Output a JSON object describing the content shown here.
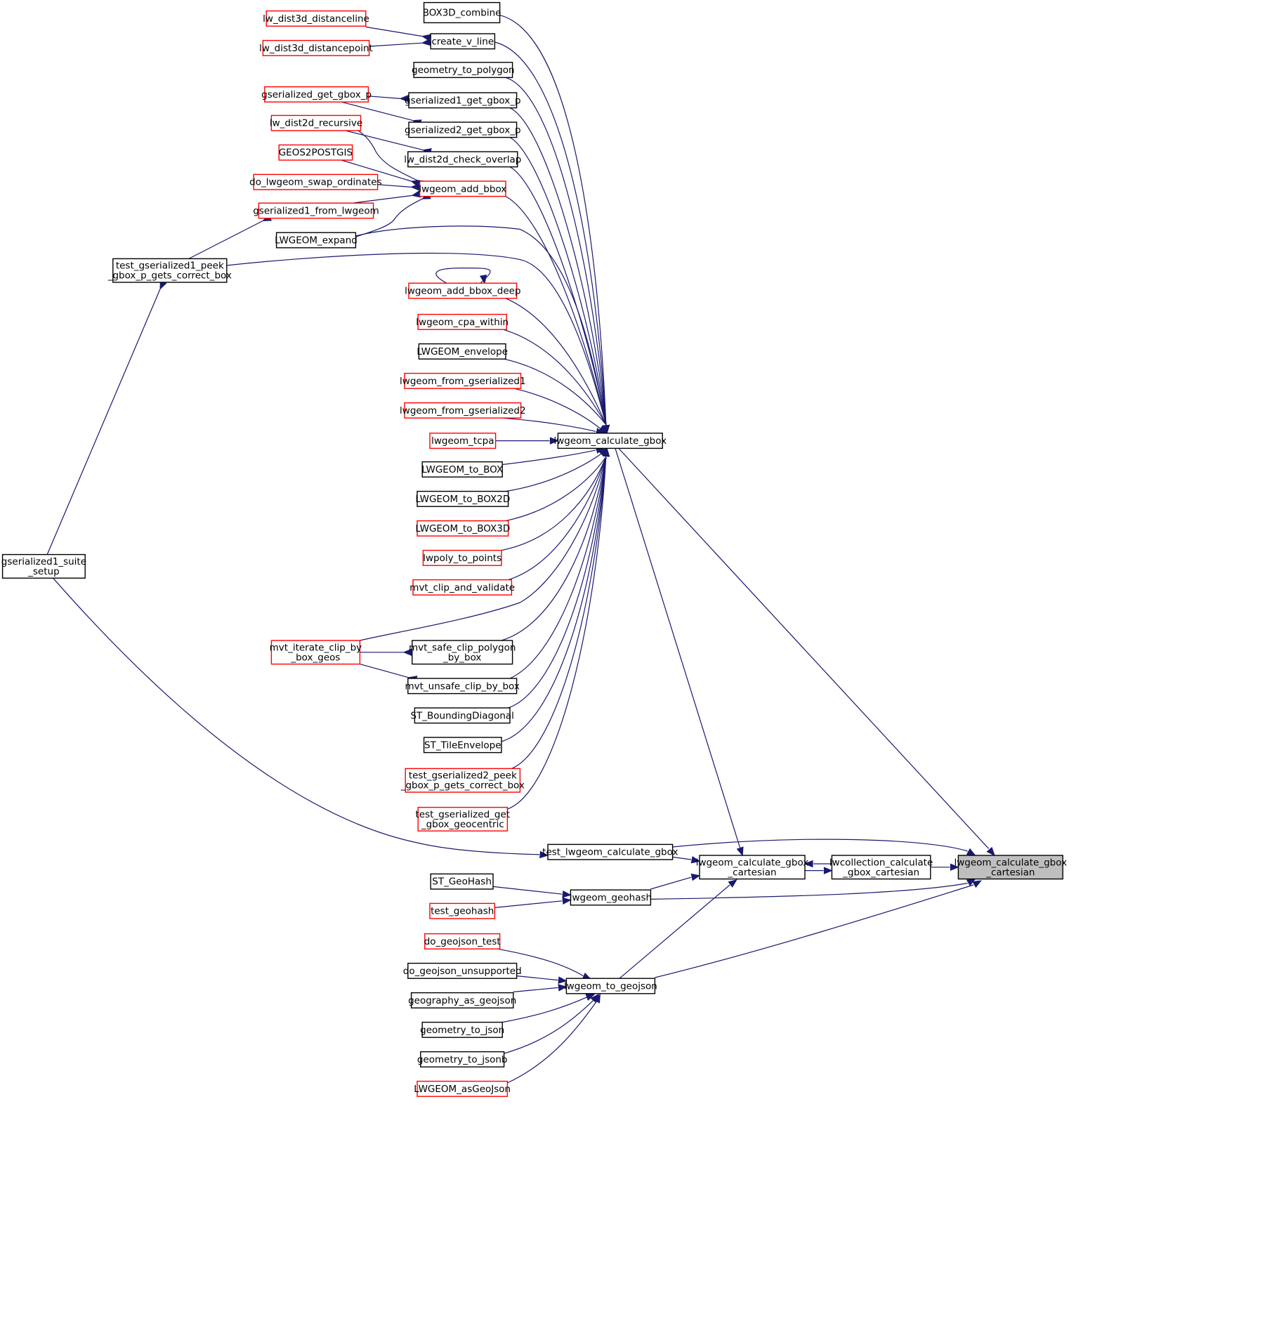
{
  "nodes": {
    "box3d_combine": {
      "lines": [
        "BOX3D_combine"
      ],
      "color": "black"
    },
    "lw_dist3d_distanceline": {
      "lines": [
        "lw_dist3d_distanceline"
      ],
      "color": "red"
    },
    "create_v_line": {
      "lines": [
        "create_v_line"
      ],
      "color": "black"
    },
    "lw_dist3d_distancepoint": {
      "lines": [
        "lw_dist3d_distancepoint"
      ],
      "color": "red"
    },
    "geometry_to_polygon": {
      "lines": [
        "geometry_to_polygon"
      ],
      "color": "black"
    },
    "gserialized_get_gbox_p": {
      "lines": [
        "gserialized_get_gbox_p"
      ],
      "color": "red"
    },
    "gserialized1_get_gbox_p": {
      "lines": [
        "gserialized1_get_gbox_p"
      ],
      "color": "black"
    },
    "lw_dist2d_recursive": {
      "lines": [
        "lw_dist2d_recursive"
      ],
      "color": "red"
    },
    "gserialized2_get_gbox_p": {
      "lines": [
        "gserialized2_get_gbox_p"
      ],
      "color": "black"
    },
    "geos2postgis": {
      "lines": [
        "GEOS2POSTGIS"
      ],
      "color": "red"
    },
    "lw_dist2d_check_overlap": {
      "lines": [
        "lw_dist2d_check_overlap"
      ],
      "color": "black"
    },
    "do_lwgeom_swap_ordinates": {
      "lines": [
        "do_lwgeom_swap_ordinates"
      ],
      "color": "red"
    },
    "lwgeom_add_bbox": {
      "lines": [
        "lwgeom_add_bbox"
      ],
      "color": "red"
    },
    "gserialized1_from_lwgeom": {
      "lines": [
        "gserialized1_from_lwgeom"
      ],
      "color": "red"
    },
    "lwgeom_expand": {
      "lines": [
        "LWGEOM_expand"
      ],
      "color": "black"
    },
    "test_gs1_peek": {
      "lines": [
        "test_gserialized1_peek",
        "_gbox_p_gets_correct_box"
      ],
      "color": "black"
    },
    "lwgeom_add_bbox_deep": {
      "lines": [
        "lwgeom_add_bbox_deep"
      ],
      "color": "red"
    },
    "lwgeom_cpa_within": {
      "lines": [
        "lwgeom_cpa_within"
      ],
      "color": "red"
    },
    "lwgeom_envelope": {
      "lines": [
        "LWGEOM_envelope"
      ],
      "color": "black"
    },
    "lwgeom_from_gserialized1": {
      "lines": [
        "lwgeom_from_gserialized1"
      ],
      "color": "red"
    },
    "lwgeom_from_gserialized2": {
      "lines": [
        "lwgeom_from_gserialized2"
      ],
      "color": "red"
    },
    "lwgeom_tcpa": {
      "lines": [
        "lwgeom_tcpa"
      ],
      "color": "red"
    },
    "lwgeom_calculate_gbox": {
      "lines": [
        "lwgeom_calculate_gbox"
      ],
      "color": "black"
    },
    "lwgeom_to_box": {
      "lines": [
        "LWGEOM_to_BOX"
      ],
      "color": "black"
    },
    "lwgeom_to_box2d": {
      "lines": [
        "LWGEOM_to_BOX2D"
      ],
      "color": "black"
    },
    "lwgeom_to_box3d": {
      "lines": [
        "LWGEOM_to_BOX3D"
      ],
      "color": "red"
    },
    "lwpoly_to_points": {
      "lines": [
        "lwpoly_to_points"
      ],
      "color": "red"
    },
    "mvt_clip_and_validate": {
      "lines": [
        "mvt_clip_and_validate"
      ],
      "color": "red"
    },
    "gserialized1_suite_setup": {
      "lines": [
        "gserialized1_suite",
        "_setup"
      ],
      "color": "black"
    },
    "mvt_iterate_clip": {
      "lines": [
        "mvt_iterate_clip_by",
        "_box_geos"
      ],
      "color": "red"
    },
    "mvt_safe_clip": {
      "lines": [
        "mvt_safe_clip_polygon",
        "_by_box"
      ],
      "color": "black"
    },
    "mvt_unsafe_clip": {
      "lines": [
        "mvt_unsafe_clip_by_box"
      ],
      "color": "black"
    },
    "st_boundingdiagonal": {
      "lines": [
        "ST_BoundingDiagonal"
      ],
      "color": "black"
    },
    "st_tileenvelope": {
      "lines": [
        "ST_TileEnvelope"
      ],
      "color": "black"
    },
    "test_gs2_peek": {
      "lines": [
        "test_gserialized2_peek",
        "_gbox_p_gets_correct_box"
      ],
      "color": "red"
    },
    "test_gs_get_geocentric": {
      "lines": [
        "test_gserialized_get",
        "_gbox_geocentric"
      ],
      "color": "red"
    },
    "test_lwgeom_calculate_gbox": {
      "lines": [
        "test_lwgeom_calculate_gbox"
      ],
      "color": "black"
    },
    "lwgeom_calc_gbox_cart": {
      "lines": [
        "lwgeom_calculate_gbox",
        "_cartesian"
      ],
      "color": "black"
    },
    "lwcollection_calc": {
      "lines": [
        "lwcollection_calculate",
        "_gbox_cartesian"
      ],
      "color": "black"
    },
    "target": {
      "lines": [
        "lwgeom_calculate_gbox",
        "_cartesian"
      ],
      "color": "target"
    },
    "st_geohash": {
      "lines": [
        "ST_GeoHash"
      ],
      "color": "black"
    },
    "lwgeom_geohash": {
      "lines": [
        "lwgeom_geohash"
      ],
      "color": "black"
    },
    "test_geohash": {
      "lines": [
        "test_geohash"
      ],
      "color": "red"
    },
    "do_geojson_test": {
      "lines": [
        "do_geojson_test"
      ],
      "color": "red"
    },
    "do_geojson_unsupported": {
      "lines": [
        "do_geojson_unsupported"
      ],
      "color": "black"
    },
    "lwgeom_to_geojson": {
      "lines": [
        "lwgeom_to_geojson"
      ],
      "color": "black"
    },
    "geography_as_geojson": {
      "lines": [
        "geography_as_geojson"
      ],
      "color": "black"
    },
    "geometry_to_json": {
      "lines": [
        "geometry_to_json"
      ],
      "color": "black"
    },
    "geometry_to_jsonb": {
      "lines": [
        "geometry_to_jsonb"
      ],
      "color": "black"
    },
    "lwgeom_asgeojson": {
      "lines": [
        "LWGEOM_asGeoJson"
      ],
      "color": "red"
    }
  },
  "colors": {
    "edge": "#191970",
    "red_border": "#ff0000",
    "black_border": "#000000",
    "target_fill": "#bfbfbf"
  }
}
